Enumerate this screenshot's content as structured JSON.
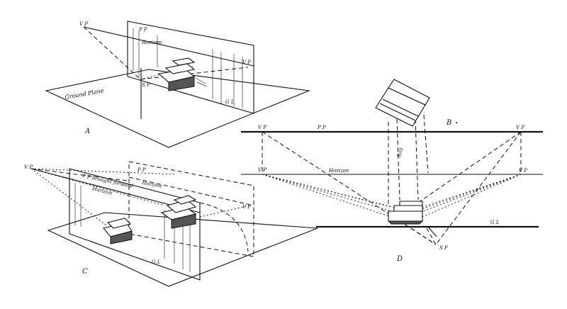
{
  "figure_a": {
    "caption": "A",
    "labels": {
      "vp_left": "V P",
      "pp": "P P",
      "horizon": "Horizon",
      "vp_right": "V P",
      "sp": "S P",
      "ground_plane": "Ground Plane",
      "gl": "G L"
    }
  },
  "figure_b": {
    "caption": "B",
    "caption_mark": "•",
    "labels": {
      "vp_top_left": "V P",
      "pp": "P P",
      "vp_top_right": "V P",
      "ray": "Ray",
      "vp_left": "V P",
      "horizon": "Horizon",
      "vp_right": "V P",
      "gl": "G L",
      "sp": "S P"
    }
  },
  "figure_c": {
    "caption": "C",
    "labels": {
      "vp_left": "V P",
      "pp_back": "P P",
      "pp_brought_forward": "P P brought forward",
      "horizon_back": "Horizon",
      "horizon_front": "Horizon",
      "vp_right": "V P",
      "gl": "G L"
    }
  },
  "figure_d": {
    "caption": "D"
  }
}
